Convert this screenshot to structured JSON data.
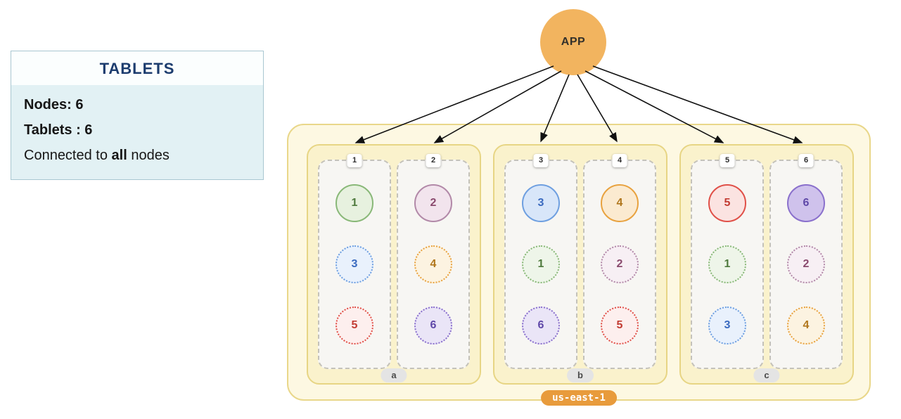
{
  "panel": {
    "title": "TABLETS",
    "nodes_line": "Nodes: 6",
    "tablets_line": "Tablets : 6",
    "connected": {
      "prefix": "Connected to ",
      "emphasis": "all",
      "suffix": " nodes"
    }
  },
  "app": {
    "label": "APP",
    "color": "#f2b45f"
  },
  "region": {
    "label": "us-east-1",
    "label_bg": "#e89b3c",
    "zones": [
      {
        "label": "a",
        "nodes": [
          {
            "id": "1",
            "tablets": [
              {
                "label": "1",
                "color": "green",
                "role": "leader"
              },
              {
                "label": "3",
                "color": "blue",
                "role": "follower"
              },
              {
                "label": "5",
                "color": "red",
                "role": "follower"
              }
            ]
          },
          {
            "id": "2",
            "tablets": [
              {
                "label": "2",
                "color": "mauve",
                "role": "leader"
              },
              {
                "label": "4",
                "color": "orange",
                "role": "follower"
              },
              {
                "label": "6",
                "color": "purple",
                "role": "follower"
              }
            ]
          }
        ]
      },
      {
        "label": "b",
        "nodes": [
          {
            "id": "3",
            "tablets": [
              {
                "label": "3",
                "color": "blue",
                "role": "leader"
              },
              {
                "label": "1",
                "color": "green",
                "role": "follower"
              },
              {
                "label": "6",
                "color": "purple",
                "role": "follower"
              }
            ]
          },
          {
            "id": "4",
            "tablets": [
              {
                "label": "4",
                "color": "orange",
                "role": "leader"
              },
              {
                "label": "2",
                "color": "mauve",
                "role": "follower"
              },
              {
                "label": "5",
                "color": "red",
                "role": "follower"
              }
            ]
          }
        ]
      },
      {
        "label": "c",
        "nodes": [
          {
            "id": "5",
            "tablets": [
              {
                "label": "5",
                "color": "red",
                "role": "leader"
              },
              {
                "label": "1",
                "color": "green",
                "role": "follower"
              },
              {
                "label": "3",
                "color": "blue",
                "role": "follower"
              }
            ]
          },
          {
            "id": "6",
            "tablets": [
              {
                "label": "6",
                "color": "purple",
                "role": "leader"
              },
              {
                "label": "2",
                "color": "mauve",
                "role": "follower"
              },
              {
                "label": "4",
                "color": "orange",
                "role": "follower"
              }
            ]
          }
        ]
      }
    ]
  },
  "palette": {
    "green": {
      "border": "#89b878",
      "fill": "#eef5e9",
      "leader_fill": "#e7f1df",
      "text": "#4f7a3e"
    },
    "mauve": {
      "border": "#b289a8",
      "fill": "#f7eff4",
      "leader_fill": "#f2e4ed",
      "text": "#8a4a6e"
    },
    "blue": {
      "border": "#6e9fe0",
      "fill": "#e9f1fc",
      "leader_fill": "#d8e6f9",
      "text": "#3a6abf"
    },
    "orange": {
      "border": "#e8a23f",
      "fill": "#fcf3e1",
      "leader_fill": "#fbead0",
      "text": "#b0761c"
    },
    "red": {
      "border": "#e05048",
      "fill": "#fdefee",
      "leader_fill": "#fbe3e1",
      "text": "#c23b32"
    },
    "purple": {
      "border": "#8a70cc",
      "fill": "#eae5f7",
      "leader_fill": "#cfc2ec",
      "text": "#5f48a8"
    }
  }
}
